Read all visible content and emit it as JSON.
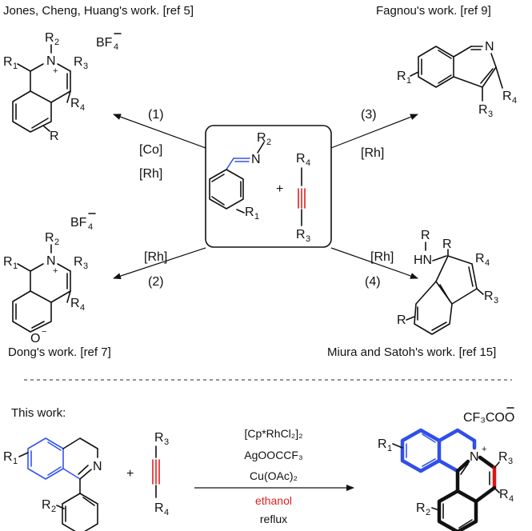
{
  "captions": {
    "top_left": "Jones, Cheng, Huang's work. [ref 5]",
    "top_right": "Fagnou's work. [ref 9]",
    "bottom_left": "Dong's work. [ref 7]",
    "bottom_right": "Miura and Satoh's work. [ref 15]",
    "this_work": "This work:"
  },
  "routes": {
    "r1_number": "(1)",
    "r1_cat_a": "[Co]",
    "r1_cat_b": "[Rh]",
    "r2_number": "(2)",
    "r2_cat": "[Rh]",
    "r3_number": "(3)",
    "r3_cat": "[Rh]",
    "r4_number": "(4)",
    "r4_cat": "[Rh]"
  },
  "center": {
    "plus": "+"
  },
  "bottom": {
    "plus": "+",
    "conditions": [
      "[Cp*RhCl₂]₂",
      "AgOOCCF₃",
      "Cu(OAc)₂"
    ],
    "solvent": "ethanol",
    "temp": "reflux",
    "counterion": "CF₃COO"
  },
  "colors": {
    "blue_bonds": "#3355ee",
    "red_highlight": "#e02020",
    "black": "#111111"
  }
}
